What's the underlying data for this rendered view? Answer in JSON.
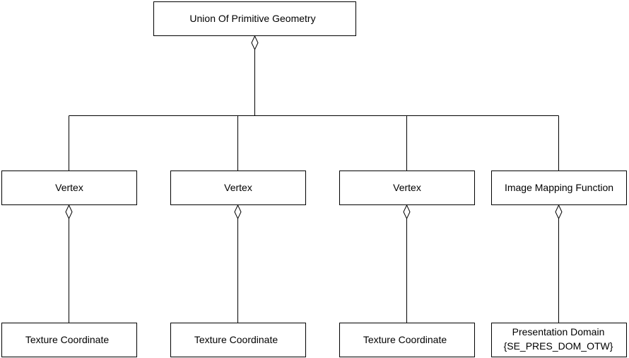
{
  "diagram": {
    "colors": {
      "stroke": "#000000",
      "fill": "#ffffff",
      "text": "#000000"
    },
    "root": {
      "label": "Union Of Primitive Geometry"
    },
    "level1": [
      {
        "label": "Vertex"
      },
      {
        "label": "Vertex"
      },
      {
        "label": "Vertex"
      },
      {
        "label": "Image Mapping Function"
      }
    ],
    "level2": [
      {
        "lines": [
          "Texture Coordinate"
        ]
      },
      {
        "lines": [
          "Texture Coordinate"
        ]
      },
      {
        "lines": [
          "Texture Coordinate"
        ]
      },
      {
        "lines": [
          "Presentation Domain",
          "{SE_PRES_DOM_OTW}"
        ]
      }
    ]
  }
}
